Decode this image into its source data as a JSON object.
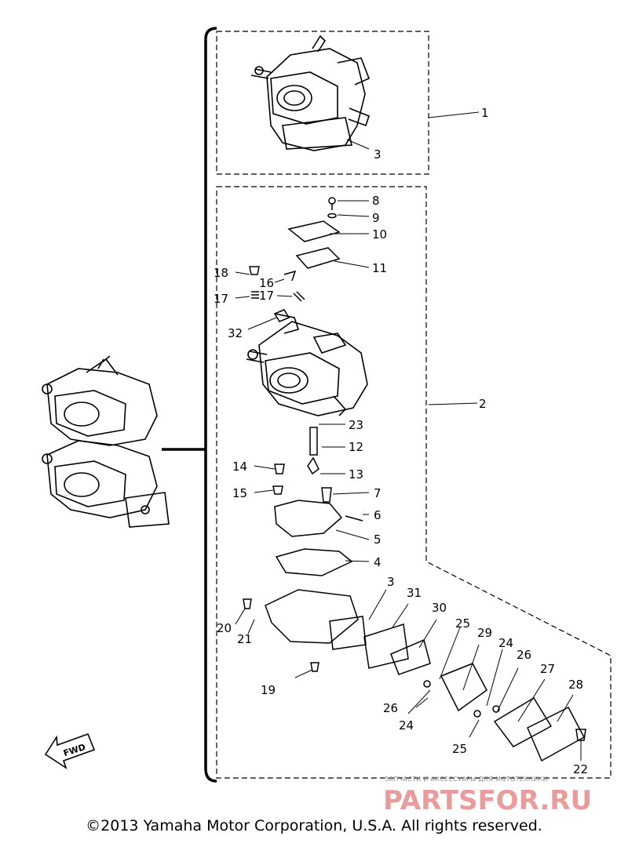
{
  "callouts": {
    "c1": "1",
    "c2": "2",
    "c3a": "3",
    "c3b": "3",
    "c4": "4",
    "c5": "5",
    "c6": "6",
    "c7": "7",
    "c8": "8",
    "c9": "9",
    "c10": "10",
    "c11": "11",
    "c12": "12",
    "c13": "13",
    "c14": "14",
    "c15": "15",
    "c16": "16",
    "c17a": "17",
    "c17b": "17",
    "c18": "18",
    "c19": "19",
    "c20": "20",
    "c21": "21",
    "c22": "22",
    "c23": "23",
    "c24a": "24",
    "c24b": "24",
    "c25a": "25",
    "c25b": "25",
    "c26a": "26",
    "c26b": "26",
    "c27": "27",
    "c28": "28",
    "c29": "29",
    "c30": "30",
    "c31": "31",
    "c32": "32"
  },
  "fwd_label": "FWD",
  "watermark": {
    "small": "ЗАПЧАСТИ И АКСЕССУАРЫ ДЛЯ МОТОТЕХНИКИ",
    "big": "PARTSFOR.RU"
  },
  "copyright": "©2013 Yamaha Motor Corporation, U.S.A. All rights reserved."
}
